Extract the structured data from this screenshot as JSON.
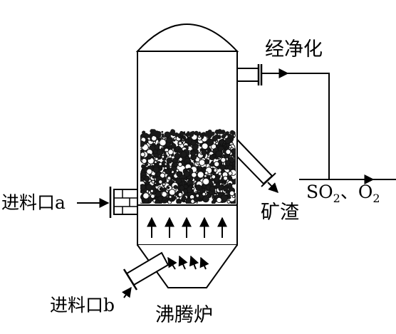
{
  "labels": {
    "purification": "经净化",
    "gas_products": {
      "so": "SO",
      "sub2": "2",
      "sep": "、",
      "o": "O",
      "sub2b": "2"
    },
    "slag": "矿渣",
    "inlet_a": "进料口a",
    "inlet_b": "进料口b",
    "furnace_name": "沸腾炉"
  },
  "colors": {
    "stroke": "#000000",
    "fill": "#ffffff",
    "particles": "#1a1a1a"
  },
  "icons": {
    "flow_arrow": "arrow-right-icon",
    "gas_arrow": "arrow-up-icon"
  }
}
